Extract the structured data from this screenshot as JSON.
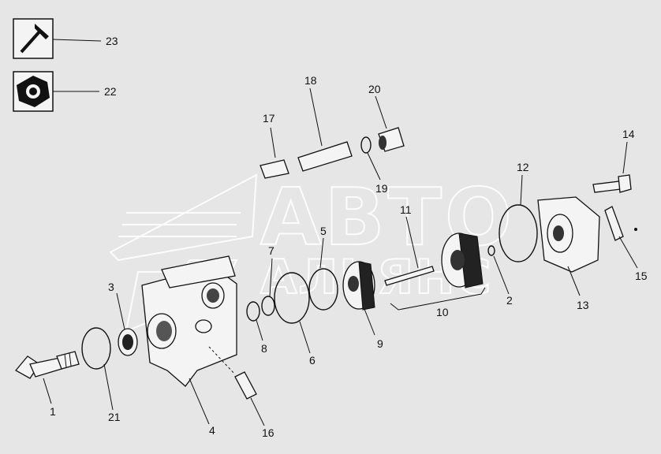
{
  "watermark": {
    "line1": "АВТО",
    "line2": "АЛЬЯНС"
  },
  "icons": [
    {
      "name": "hammer-icon",
      "callout": "23"
    },
    {
      "name": "gasket-icon",
      "callout": "22"
    }
  ],
  "callouts": {
    "c1": "1",
    "c2": "2",
    "c3": "3",
    "c4": "4",
    "c5": "5",
    "c6": "6",
    "c7": "7",
    "c8": "8",
    "c9": "9",
    "c10": "10",
    "c11": "11",
    "c12": "12",
    "c13": "13",
    "c14": "14",
    "c15": "15",
    "c16": "16",
    "c17": "17",
    "c18": "18",
    "c19": "19",
    "c20": "20",
    "c21": "21",
    "c22": "22",
    "c23": "23"
  }
}
